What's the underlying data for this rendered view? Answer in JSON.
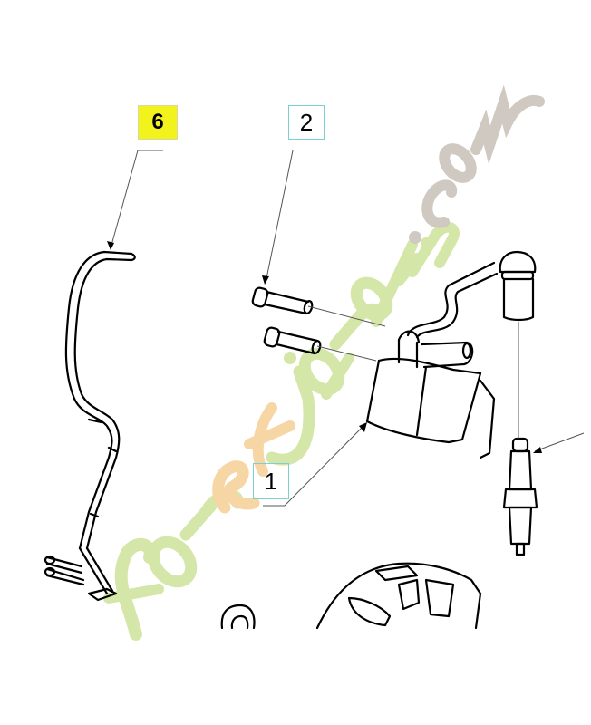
{
  "diagram": {
    "type": "exploded-parts-diagram",
    "subject": "Ignition system",
    "background": "#ffffff",
    "line_color": "#000000",
    "leader_color": "#555555"
  },
  "callouts": [
    {
      "id": "6",
      "label": "6",
      "highlighted": true,
      "highlight_color": "#f2f21c",
      "part": "ground wire / stop bracket"
    },
    {
      "id": "2",
      "label": "2",
      "highlighted": false,
      "border_color": "#7ecfd2",
      "part": "ignition coil screws"
    },
    {
      "id": "1",
      "label": "1",
      "highlighted": false,
      "border_color": "#7ecfd2",
      "part": "ignition coil"
    }
  ],
  "parts": {
    "wire_bracket": "part-6",
    "screws": "part-2",
    "ignition_coil": "part-1",
    "spark_plug_cap": "cap",
    "spark_plug": "plug",
    "flywheel_housing": "engine-block-partial",
    "nut": "nut"
  },
  "watermark": {
    "text": "foretjardin.com",
    "segments": [
      {
        "text": "for",
        "color": "#d4e6a8"
      },
      {
        "text": "e",
        "color": "#f7d6a6"
      },
      {
        "text": "t",
        "color": "#f7d6a6"
      },
      {
        "text": "jardin",
        "color": "#d4e6a8"
      },
      {
        "text": ".com",
        "color": "#cfc9c2"
      }
    ]
  }
}
